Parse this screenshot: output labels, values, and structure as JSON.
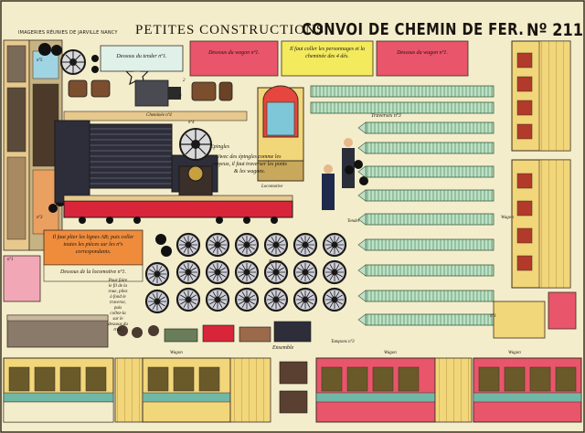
{
  "header": {
    "publisher": "IMAGERIES RÉUNIES DE JARVILLE NANCY",
    "series": "PETITES CONSTRUCTIONS",
    "title": "CONVOI DE CHEMIN DE FER.",
    "number": "Nº 211"
  },
  "notes": {
    "tender_top": "Dessous du tender nº1.",
    "wagon_top": "Dessous du wagon nº1.",
    "glue_people": "Il faut coller les personnages et la cheminée des 4 dés.",
    "wagon_top2": "Dessous du wagon nº1.",
    "fold_lines": "Il faut plier les lignes AB; puis coller toutes les pièces sur les nºs correspondants.",
    "loco_under": "Dessous de la locomotive nº1.",
    "pins": "Avec des épingles comme les moyeux, il faut traverser les ponts & les wagons.",
    "fold_vertical": "Pour faire le fil de la roue, pliez à fond le traverse, puis collez-la sur le dessous du truc."
  },
  "labels": {
    "n5": "nº5",
    "n6": "6",
    "n4": "nº4",
    "n3": "nº3",
    "n1": "nº1",
    "n2": "2",
    "cheminee": "Cheminée nº4",
    "epingles": "Epingles",
    "traverses": "Traverses nº3",
    "locomotive": "Locomotive",
    "roues": "Roues",
    "tender": "Tender",
    "wagon": "Wagon",
    "wagon2": "Wagon",
    "wagon3": "Wagon",
    "wagon4": "Wagon",
    "ensemble": "Ensemble",
    "tampons": "Tampons nº3",
    "n3b": "nº3"
  }
}
